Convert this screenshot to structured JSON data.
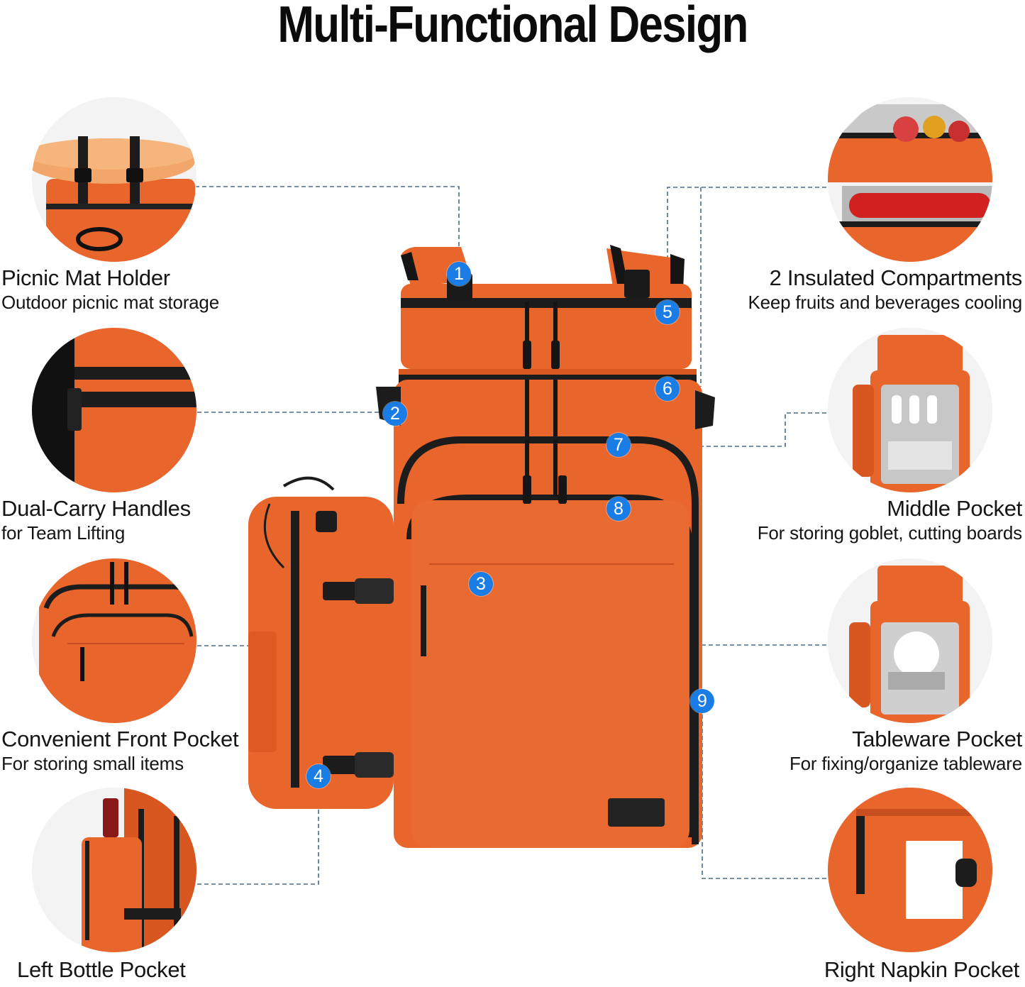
{
  "page": {
    "title": "Multi-Functional Design"
  },
  "colors": {
    "accent_orange": "#e8652c",
    "strap_black": "#1c1c1c",
    "marker_blue": "#1a7de6",
    "connector": "#4a6a8a",
    "text": "#151515"
  },
  "features": [
    {
      "number": "1",
      "title": "Picnic Mat Holder",
      "description": "Outdoor picnic mat storage",
      "side": "left",
      "icon": "picnic-mat-icon"
    },
    {
      "number": "2",
      "title": "Dual-Carry Handles",
      "description": "for Team Lifting",
      "side": "left",
      "icon": "handle-icon"
    },
    {
      "number": "3",
      "title": "Convenient Front Pocket",
      "description": "For  storing small items",
      "side": "left",
      "icon": "front-pocket-icon"
    },
    {
      "number": "4",
      "title": "Left Bottle Pocket",
      "description": "",
      "side": "left",
      "icon": "bottle-pocket-icon"
    },
    {
      "number": "5",
      "title": "2 Insulated Compartments",
      "description": "Keep fruits and beverages cooling",
      "side": "right",
      "icon": "cooler-icon"
    },
    {
      "number": "6",
      "title": "2 Insulated Compartments",
      "description": "Keep fruits and beverages cooling",
      "side": "right",
      "icon": "cooler-icon"
    },
    {
      "number": "7",
      "title": "Middle Pocket",
      "description": "For storing goblet, cutting boards",
      "side": "right",
      "icon": "middle-pocket-icon"
    },
    {
      "number": "8",
      "title": "Tableware Pocket",
      "description": "For fixing/organize tableware",
      "side": "right",
      "icon": "tableware-icon"
    },
    {
      "number": "9",
      "title": "Right Napkin Pocket",
      "description": "",
      "side": "right",
      "icon": "napkin-pocket-icon"
    }
  ],
  "labels": {
    "picnic_mat": {
      "title": "Picnic Mat Holder",
      "description": "Outdoor picnic mat storage"
    },
    "handles": {
      "title": "Dual-Carry Handles",
      "description": "for Team Lifting"
    },
    "front_pocket": {
      "title": "Convenient Front Pocket",
      "description": "For  storing small items"
    },
    "bottle_pocket": {
      "title": "Left Bottle Pocket"
    },
    "insulated": {
      "title": "2 Insulated Compartments",
      "description": "Keep fruits and beverages cooling"
    },
    "middle_pocket": {
      "title": "Middle Pocket",
      "description": "For storing goblet, cutting boards"
    },
    "tableware": {
      "title": "Tableware Pocket",
      "description": "For fixing/organize tableware"
    },
    "napkin": {
      "title": "Right Napkin Pocket"
    }
  },
  "markers": [
    "1",
    "2",
    "3",
    "4",
    "5",
    "6",
    "7",
    "8",
    "9"
  ]
}
